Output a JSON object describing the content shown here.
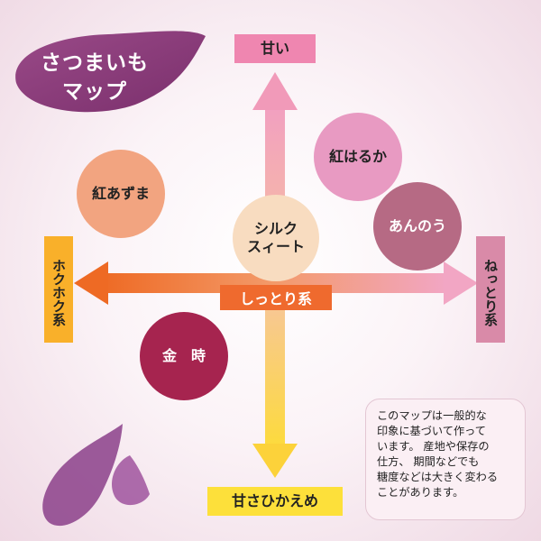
{
  "title": {
    "line1": "さつまいも",
    "line2": "マップ"
  },
  "axes": {
    "top": "甘い",
    "bottom": "甘さひかえめ",
    "left": "ホクホク系",
    "right": "ねっとり系",
    "center": "しっとり系"
  },
  "varieties": [
    {
      "name": "紅はるか",
      "sweetness_level": "high",
      "texture": "moist"
    },
    {
      "name": "紅あずま",
      "sweetness_level": "high",
      "texture": "fluffy"
    },
    {
      "name": "シルクスイート",
      "sweetness_level": "medium",
      "texture": "center"
    },
    {
      "name": "あんのう",
      "sweetness_level": "medium-high",
      "texture": "sticky"
    },
    {
      "name": "金時",
      "sweetness_level": "low",
      "texture": "fluffy"
    }
  ],
  "variety_lines": {
    "silk_line1": "シルク",
    "silk_line2": "スィート",
    "kintoki": "金　時"
  },
  "note": {
    "line1": "このマップは一般的な",
    "line2": "印象に基づいて作って",
    "line3": "います。 産地や保存の",
    "line4": "仕方、 期間などでも",
    "line5": "糖度などは大きく変わる",
    "line6": "ことがあります。"
  },
  "colors": {
    "title_blob": "#8a3d78",
    "beni_haruka": "#e89ac2",
    "beni_azuma": "#f2a480",
    "silk_sweet": "#f8dcc0",
    "annou": "#b66a84",
    "kintoki": "#a6244f",
    "top_label": "#ef86b0",
    "bottom_label": "#fde03a",
    "left_label": "#f9b02a",
    "right_label": "#d98aa8",
    "center_band": "#ef6a2e"
  }
}
